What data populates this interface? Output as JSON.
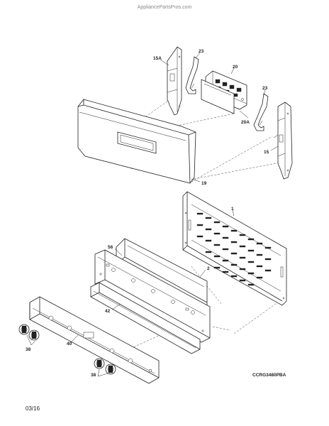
{
  "watermark": "AppliancePartsPros.com",
  "drawing_code": "CCRG3480PBA",
  "revision_date": "03/16",
  "callouts": {
    "c15a": "15A",
    "c23a": "23",
    "c20": "20",
    "c23b": "23",
    "c20a": "20A",
    "c15": "15",
    "c19": "19",
    "c1": "1",
    "c56": "56",
    "c2": "2",
    "c42": "42",
    "c40": "40",
    "c38a": "38",
    "c38b": "38"
  }
}
